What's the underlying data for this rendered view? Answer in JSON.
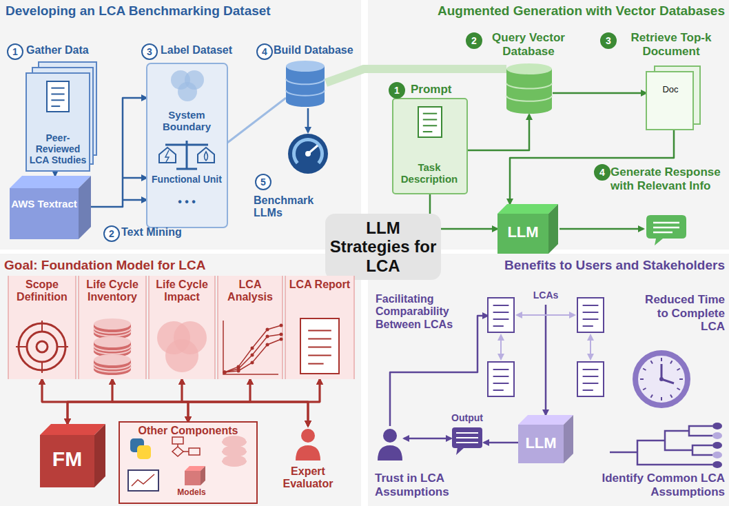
{
  "diagram": {
    "title": "LLM Strategies for LCA",
    "nodes": [
      {
        "text": [
          "Developing an LCA Benchmarking Dataset"
        ]
      },
      {
        "text": [
          "Gather Data",
          "Peer-Reviewed LCA Studies"
        ],
        "in": 0
      },
      {
        "text": [
          "AWS Textract"
        ],
        "in": 0
      },
      {
        "text": [
          "Label Dataset",
          "System Boundary",
          "Functional Unit",
          "• • •"
        ],
        "in": 0
      },
      {
        "text": [
          "Build Database"
        ],
        "in": 0
      },
      {
        "text": [
          "Benchmark LLMs"
        ],
        "in": 0
      },
      {
        "text": [
          "Augmented Generation with Vector Databases"
        ]
      },
      {
        "text": [
          "Prompt",
          "Task Description"
        ],
        "in": 6
      },
      {
        "text": [
          "Query Vector Database"
        ],
        "in": 6
      },
      {
        "text": [
          "Retrieve Top-k Document",
          "Doc"
        ],
        "in": 6
      },
      {
        "text": [
          "LLM"
        ],
        "in": 6
      },
      {
        "text": [
          "Goal: Foundation Model for LCA"
        ]
      },
      {
        "text": [
          "Scope Definition"
        ],
        "in": 11
      },
      {
        "text": [
          "Life Cycle Inventory"
        ],
        "in": 11
      },
      {
        "text": [
          "Life Cycle Impact"
        ],
        "in": 11
      },
      {
        "text": [
          "LCA Analysis"
        ],
        "in": 11
      },
      {
        "text": [
          "LCA Report"
        ],
        "in": 11
      },
      {
        "text": [
          "FM"
        ],
        "in": 11
      },
      {
        "text": [
          "Other Components",
          "Models"
        ],
        "in": 11
      },
      {
        "text": [
          "Expert Evaluator"
        ],
        "in": 11
      },
      {
        "text": [
          "Benefits to Users and Stakeholders"
        ]
      },
      {
        "text": [
          "LCAs"
        ],
        "in": 20
      },
      {
        "text": [
          "Output"
        ],
        "in": 20
      },
      {
        "text": [
          "LLM"
        ],
        "in": 20
      },
      {
        "text": [
          "Trust in LCA Assumptions"
        ],
        "in": 20
      },
      {
        "text": [
          "Reduced Time to Complete LCA"
        ],
        "in": 20
      },
      {
        "text": [
          "Identify Common LCA Assumptions"
        ],
        "in": 20
      }
    ],
    "edges": [
      {
        "from": 1,
        "to": 2,
        "arrow": "to"
      },
      {
        "from": 2,
        "to": 3,
        "arrow": "to"
      },
      {
        "from": 3,
        "to": 4,
        "arrow": "none"
      },
      {
        "from": 4,
        "to": 5,
        "arrow": "to"
      },
      {
        "from": 4,
        "to": 8,
        "arrow": "none"
      },
      {
        "from": 7,
        "to": 8,
        "arrow": "to"
      },
      {
        "from": 8,
        "to": 9,
        "arrow": "to"
      },
      {
        "from": 9,
        "to": 10,
        "arrow": "to"
      },
      {
        "from": 7,
        "to": 10,
        "arrow": "to"
      },
      {
        "from": 17,
        "to": 12,
        "arrow": "both"
      },
      {
        "from": 17,
        "to": 13,
        "arrow": "both"
      },
      {
        "from": 17,
        "to": 14,
        "arrow": "both"
      },
      {
        "from": 17,
        "to": 15,
        "arrow": "both"
      },
      {
        "from": 17,
        "to": 16,
        "arrow": "both"
      },
      {
        "from": 18,
        "to": 12,
        "arrow": "both"
      },
      {
        "from": 18,
        "to": 13,
        "arrow": "both"
      },
      {
        "from": 18,
        "to": 14,
        "arrow": "both"
      },
      {
        "from": 18,
        "to": 15,
        "arrow": "both"
      },
      {
        "from": 18,
        "to": 16,
        "arrow": "both"
      },
      {
        "from": 19,
        "to": 12,
        "arrow": "both"
      },
      {
        "from": 19,
        "to": 13,
        "arrow": "both"
      },
      {
        "from": 19,
        "to": 14,
        "arrow": "both"
      },
      {
        "from": 19,
        "to": 15,
        "arrow": "both"
      },
      {
        "from": 19,
        "to": 16,
        "arrow": "both"
      },
      {
        "from": 24,
        "to": 21,
        "arrow": "to"
      },
      {
        "from": 21,
        "to": 23,
        "arrow": "to"
      },
      {
        "from": 23,
        "to": 22,
        "arrow": "to"
      },
      {
        "from": 24,
        "to": 22,
        "arrow": "both"
      }
    ],
    "labels": [
      "1",
      "3",
      "4",
      "2",
      "Text Mining",
      "5",
      "1",
      "2",
      "3",
      "4",
      "Generate Response with Relevant Info",
      "Facilitating Comparability Between LCAs"
    ]
  }
}
